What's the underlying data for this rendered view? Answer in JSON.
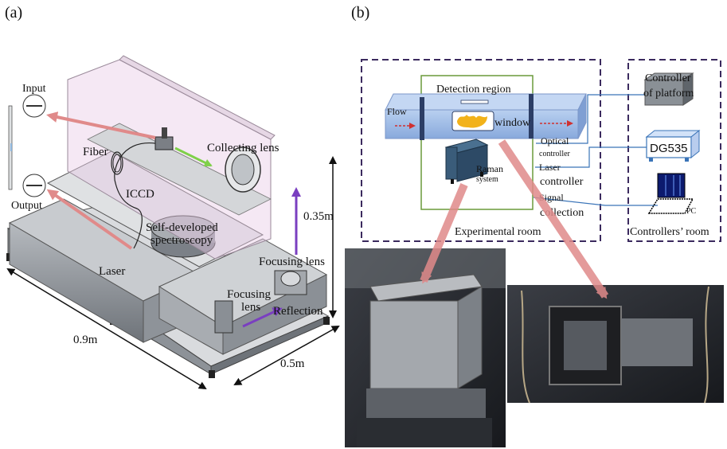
{
  "panels": {
    "a": {
      "letter": "(a)",
      "labels": {
        "input": "Input",
        "output": "Output",
        "fiber": "Fiber",
        "collecting_lens": "Collecting lens",
        "iccd": "ICCD",
        "self_developed": "Self-developed",
        "spectroscopy": "spectroscopy",
        "laser": "Laser",
        "focusing_lens_1": "Focusing lens",
        "focusing_lens_2a": "Focusing",
        "focusing_lens_2b": "lens",
        "reflection": "Reflection",
        "dim_height": "0.35m",
        "dim_length": "0.9m",
        "dim_width": "0.5m"
      }
    },
    "b": {
      "letter": "(b)",
      "labels": {
        "detection_region": "Detection region",
        "flow": "Flow",
        "window": "window",
        "raman": "Raman",
        "system": "system",
        "optical": "Optical",
        "controller_small": "controller",
        "laser": "Laser",
        "laser_controller": "controller",
        "signal": "Signal",
        "collection": "collection",
        "experimental_room": "Experimental room",
        "controller_of": "Controller",
        "of_platform": "of platform",
        "dg535": "DG535",
        "pc": "PC",
        "controllers_room": "Controllers’ room"
      }
    }
  },
  "colors": {
    "dashed_border": "#3b2a5e",
    "green_box": "#6a9a3a",
    "duct": "#9dbbe8",
    "control_line": "#3a74b8",
    "beam_pink": "#e08a8a",
    "arrow_purple": "#7a3fc0",
    "arrow_green": "#7fd04a"
  }
}
